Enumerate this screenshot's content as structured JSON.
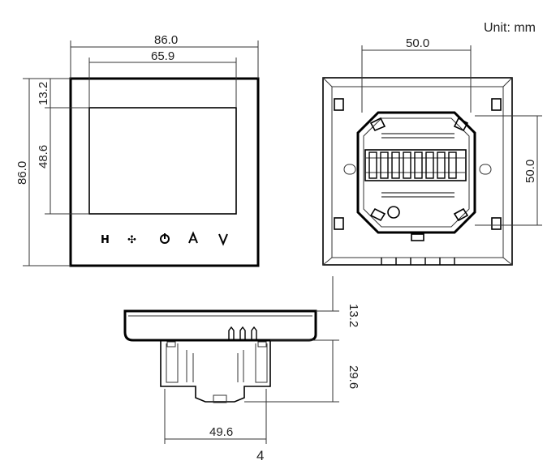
{
  "unit_label": "Unit: mm",
  "page_number": "4",
  "front_view": {
    "width_outer": "86.0",
    "width_screen": "65.9",
    "height_outer": "86.0",
    "height_top_margin": "13.2",
    "height_screen": "48.6",
    "button_icons": [
      "power-heating-icon",
      "fan-icon",
      "power-icon",
      "up-arrow-icon",
      "down-arrow-icon"
    ]
  },
  "back_view": {
    "box_width": "50.0",
    "box_height": "50.0"
  },
  "side_view": {
    "panel_thickness": "13.2",
    "body_depth": "29.6",
    "body_width": "49.6"
  }
}
